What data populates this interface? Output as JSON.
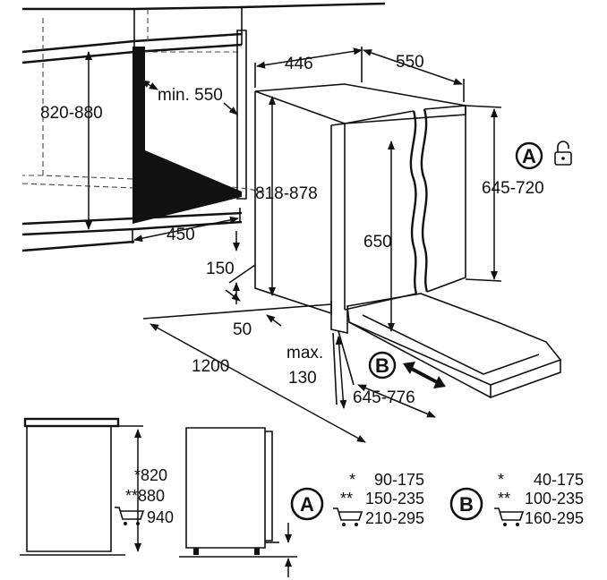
{
  "top_view": {
    "dim_820_880": "820-880",
    "dim_min_550": "min. 550",
    "dim_446": "446",
    "dim_550": "550",
    "dim_818_878": "818-878",
    "dim_645_720": "645-720",
    "dim_650": "650",
    "dim_450": "450",
    "dim_150": "150",
    "dim_50": "50",
    "dim_1200": "1200",
    "dim_max": "max.",
    "dim_130": "130",
    "dim_645_776": "645-776",
    "marker_a": "A",
    "marker_b": "B"
  },
  "bottom_view": {
    "star1": "*820",
    "star2": "**880",
    "cart_val": "940",
    "legend_a": {
      "marker": "A",
      "rows": [
        {
          "key": "*",
          "value": "90-175"
        },
        {
          "key": "**",
          "value": "150-235"
        },
        {
          "key": "",
          "value": "210-295"
        }
      ]
    },
    "legend_b": {
      "marker": "B",
      "rows": [
        {
          "key": "*",
          "value": "40-175"
        },
        {
          "key": "**",
          "value": "100-235"
        },
        {
          "key": "",
          "value": "160-295"
        }
      ]
    }
  },
  "icons": [
    "lock-icon",
    "cart-icon"
  ]
}
